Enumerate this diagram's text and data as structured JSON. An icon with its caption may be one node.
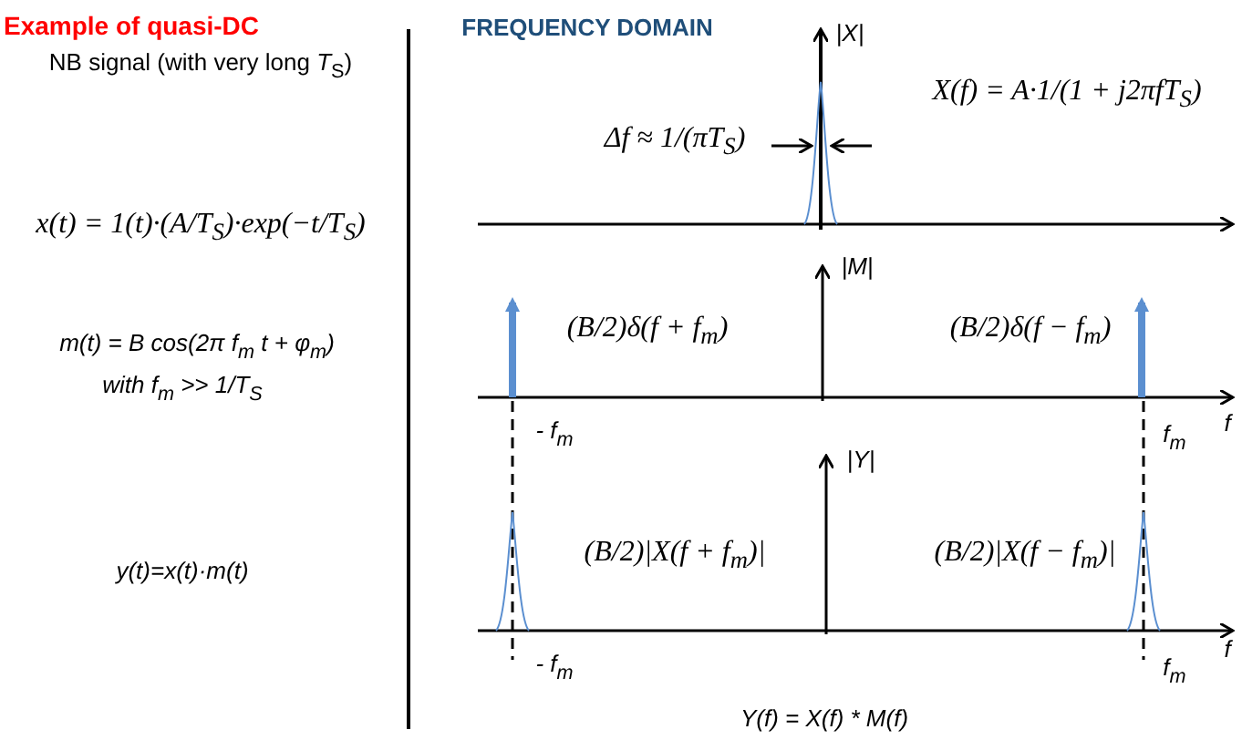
{
  "diagram": {
    "labels": [
      "Example of quasi-DC",
      "NB signal (with very long *T*$_{S}$)",
      "x(t) = 1(t)·(A/T$_{S}$)·exp(−t/T$_{S}$)",
      "m(t) = B cos(2π f$_{m}$ t + φ$_{m}$)",
      "with  f$_{m}$ >> 1/T$_{S}$",
      "y(t)=x(t)·m(t)",
      "FREQUENCY DOMAIN",
      "|X|",
      "Δf ≈ 1/(πT$_{S}$)",
      "X(f) = A·1/(1 + j2πfT$_{S}$)",
      "|M|",
      "(B/2)δ(f + f$_{m}$)",
      "(B/2)δ(f − f$_{m}$)",
      "- f$_{m}$",
      "f$_{m}$",
      "f",
      "|Y|",
      "(B/2)|X(f + f$_{m}$)|",
      "(B/2)|X(f − f$_{m}$)|",
      "- f$_{m}$",
      "f$_{m}$",
      "f",
      "Y(f) = X(f) * M(f)"
    ]
  }
}
